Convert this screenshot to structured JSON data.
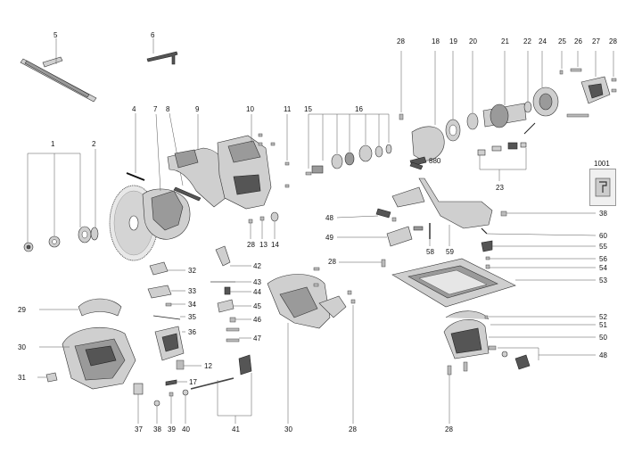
{
  "diagram": {
    "labels": [
      "5",
      "6",
      "28",
      "18",
      "19",
      "20",
      "21",
      "22",
      "24",
      "25",
      "26",
      "27",
      "28",
      "4",
      "7",
      "8",
      "9",
      "10",
      "11",
      "15",
      "16",
      "1",
      "2",
      "880",
      "23",
      "1001",
      "28",
      "13",
      "14",
      "48",
      "49",
      "58",
      "59",
      "38",
      "60",
      "55",
      "56",
      "54",
      "53",
      "32",
      "42",
      "33",
      "43",
      "34",
      "44",
      "35",
      "45",
      "36",
      "46",
      "47",
      "12",
      "17",
      "29",
      "30",
      "31",
      "28",
      "52",
      "51",
      "50",
      "48",
      "37",
      "38",
      "39",
      "40",
      "41",
      "30",
      "28",
      "28"
    ]
  }
}
